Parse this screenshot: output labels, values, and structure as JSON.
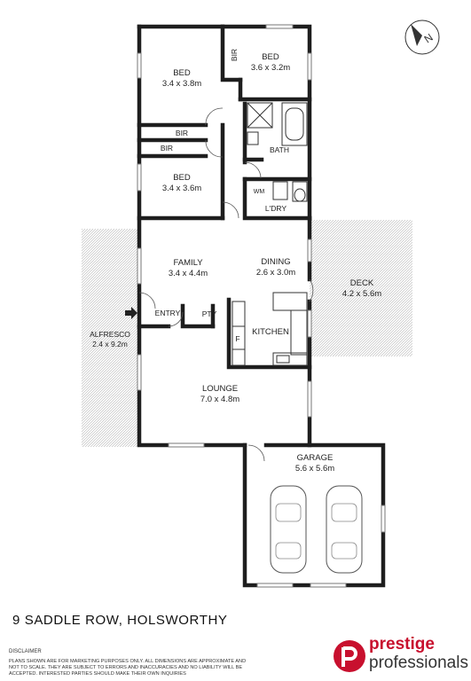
{
  "address": "9 SADDLE ROW, HOLSWORTHY",
  "rooms": {
    "bed1": {
      "name": "BED",
      "dims": "3.4 x 3.8m"
    },
    "bed2": {
      "name": "BED",
      "dims": "3.6 x 3.2m"
    },
    "bed3": {
      "name": "BED",
      "dims": "3.4 x 3.6m"
    },
    "bir_top": "BIR",
    "bir_mid": "BIR",
    "bir_low": "BIR",
    "bath": "BATH",
    "wm": "WM",
    "ldry": "L'DRY",
    "family": {
      "name": "FAMILY",
      "dims": "3.4 x 4.4m"
    },
    "dining": {
      "name": "DINING",
      "dims": "2.6 x 3.0m"
    },
    "deck": {
      "name": "DECK",
      "dims": "4.2 x 5.6m"
    },
    "alfresco": {
      "name": "ALFRESCO",
      "dims": "2.4 x 9.2m"
    },
    "entry": "ENTRY",
    "pty": "PTY",
    "fridge": "F",
    "kitchen": "KITCHEN",
    "lounge": {
      "name": "LOUNGE",
      "dims": "7.0 x 4.8m"
    },
    "garage": {
      "name": "GARAGE",
      "dims": "5.6 x 5.6m"
    }
  },
  "disclaimer": {
    "title": "DISCLAIMER",
    "text": "Plans shown are for marketing purposes only. All dimensions are approximate and not to scale. They are subject to errors and inaccuracies and no liability will be accepted. Interested parties should make their own inquiries"
  },
  "brand": {
    "line1": "prestige",
    "line2": "professionals",
    "color": "#c8102e"
  },
  "icons": {
    "compass": "north-arrow-icon",
    "logo": "prestige-logo-icon",
    "car": "car-icon"
  }
}
